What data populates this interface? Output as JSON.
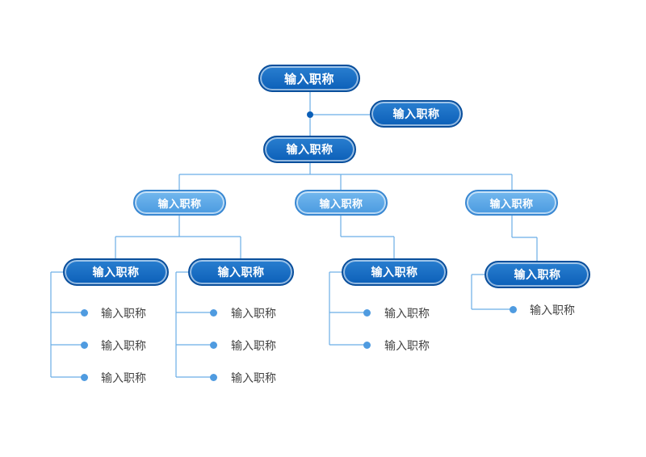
{
  "colors": {
    "line": "#6aaee6",
    "dark_node": "#0b5fb8",
    "light_node": "#5aa6e6",
    "dot": "#4f9be0",
    "leaf_text": "#444444"
  },
  "root": {
    "label": "输入职称"
  },
  "assistant": {
    "label": "输入职称"
  },
  "level1": {
    "label": "输入职称"
  },
  "level2": [
    {
      "label": "输入职称"
    },
    {
      "label": "输入职称"
    },
    {
      "label": "输入职称"
    }
  ],
  "level3": [
    {
      "label": "输入职称",
      "leaves": [
        "输入职称",
        "输入职称",
        "输入职称"
      ]
    },
    {
      "label": "输入职称",
      "leaves": [
        "输入职称",
        "输入职称",
        "输入职称"
      ]
    },
    {
      "label": "输入职称",
      "leaves": [
        "输入职称",
        "输入职称"
      ]
    },
    {
      "label": "输入职称",
      "leaves": [
        "输入职称"
      ]
    }
  ]
}
